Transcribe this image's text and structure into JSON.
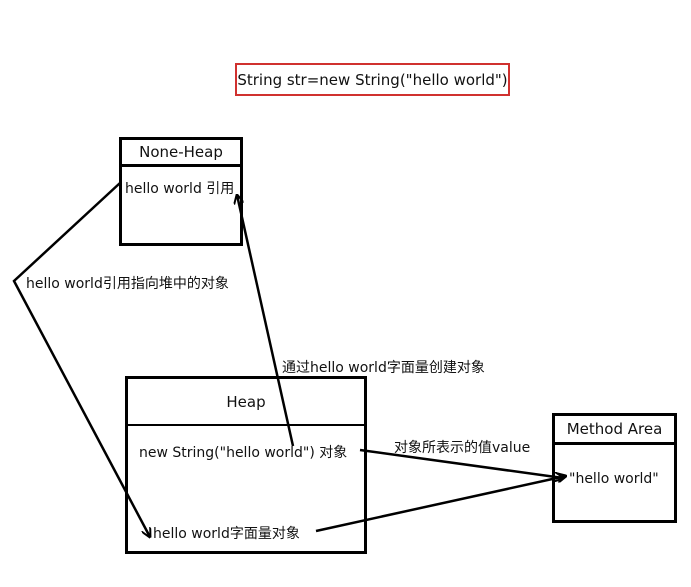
{
  "title": "String str=new String(\"hello world\")",
  "non_heap": {
    "header": "None-Heap",
    "content": "hello world 引用"
  },
  "heap": {
    "header": "Heap",
    "object": "new String(\"hello world\") 对象",
    "literal_object": "hello world字面量对象"
  },
  "method_area": {
    "header": "Method Area",
    "content": "\"hello world\""
  },
  "labels": {
    "ref_points_heap": "hello world引用指向堆中的对象",
    "create_via_literal": "通过hello world字面量创建对象",
    "value_represented": "对象所表示的值value"
  }
}
